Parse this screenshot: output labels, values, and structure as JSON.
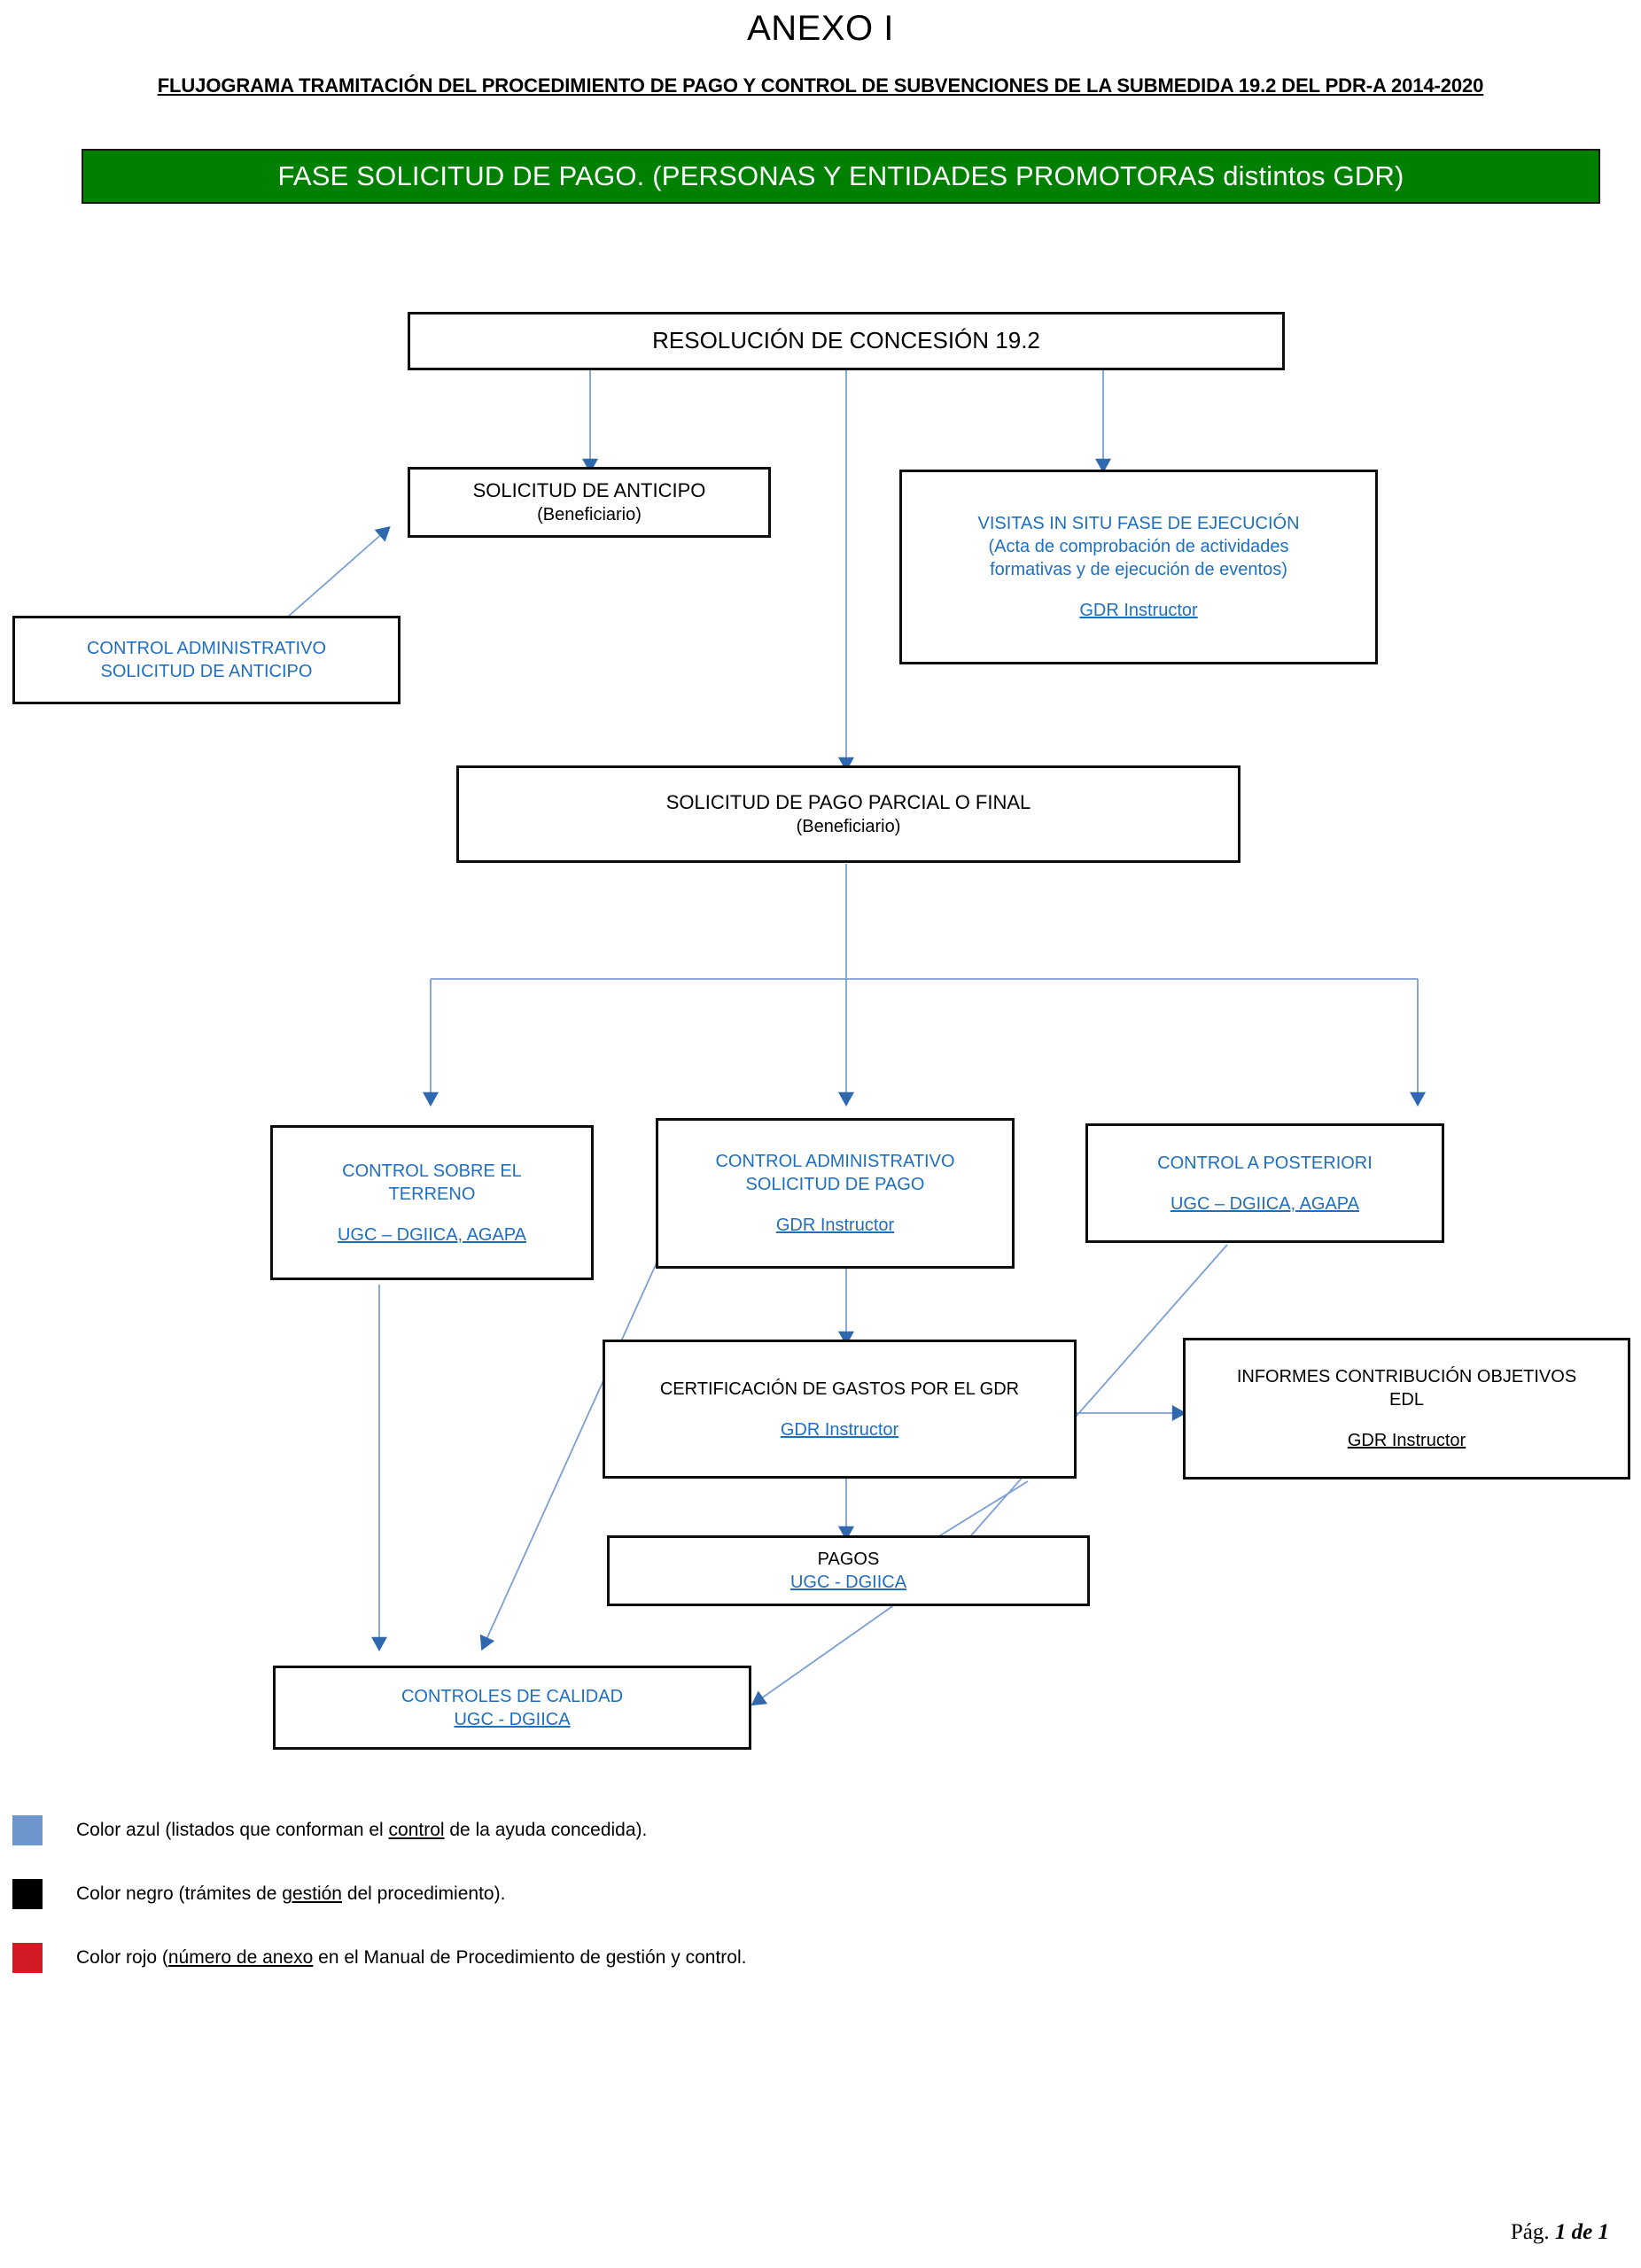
{
  "header": {
    "anexo_title": "ANEXO I",
    "subtitle": "FLUJOGRAMA TRAMITACIÓN DEL PROCEDIMIENTO DE PAGO Y CONTROL DE SUBVENCIONES DE LA SUBMEDIDA 19.2 DEL PDR-A 2014-2020",
    "phase_bar": "FASE SOLICITUD DE PAGO. (PERSONAS Y ENTIDADES PROMOTORAS distintos GDR)"
  },
  "colors": {
    "phase_bar_bg": "#008000",
    "phase_bar_text": "#ffffff",
    "control_blue": "#1f6fbf",
    "legend_blue_swatch": "#6d96cc",
    "legend_black_swatch": "#000000",
    "legend_red_swatch": "#d31b26",
    "connector_blue": "#7b9fd4",
    "arrowhead_blue": "#2e68ae",
    "box_border": "#0d0d0d"
  },
  "nodes": {
    "resolucion": {
      "title": "RESOLUCIÓN DE CONCESIÓN 19.2"
    },
    "solicitud_anticipo": {
      "title": "SOLICITUD DE ANTICIPO",
      "actor": "(Beneficiario)"
    },
    "visitas": {
      "title": "VISITAS IN SITU FASE DE EJECUCIÓN",
      "line2": "(Acta de comprobación de actividades",
      "line3": "formativas y de ejecución de eventos)",
      "actor": "GDR Instructor"
    },
    "control_admin_anticipo": {
      "line1": "CONTROL ADMINISTRATIVO",
      "line2": "SOLICITUD DE ANTICIPO"
    },
    "solicitud_pago": {
      "title": "SOLICITUD DE PAGO PARCIAL O FINAL",
      "actor": "(Beneficiario)"
    },
    "control_terreno": {
      "line1": "CONTROL SOBRE EL",
      "line2": "TERRENO",
      "actor": "UGC – DGIICA, AGAPA "
    },
    "control_admin_pago": {
      "line1": "CONTROL ADMINISTRATIVO",
      "line2": "SOLICITUD DE PAGO",
      "actor": "GDR Instructor"
    },
    "control_posteriori": {
      "title": "CONTROL A POSTERIORI",
      "actor": "UGC – DGIICA, AGAPA"
    },
    "certificacion": {
      "title": "CERTIFICACIÓN DE GASTOS POR EL GDR",
      "actor": "GDR Instructor"
    },
    "informes": {
      "line1": "INFORMES CONTRIBUCIÓN OBJETIVOS",
      "line2": "EDL",
      "actor": "GDR Instructor"
    },
    "pagos": {
      "title": "PAGOS",
      "actor": "UGC - DGIICA"
    },
    "controles_calidad": {
      "title": "CONTROLES DE CALIDAD",
      "actor": "UGC - DGIICA"
    }
  },
  "legend": {
    "items": [
      {
        "color": "#6d96cc",
        "pre": "Color azul (listados que conforman el ",
        "underlined": "control",
        "post": " de la ayuda concedida)."
      },
      {
        "color": "#000000",
        "pre": "Color negro (trámites de ",
        "underlined": "gestión",
        "post": " del procedimiento)."
      },
      {
        "color": "#d31b26",
        "pre": "Color rojo (",
        "underlined": "número de anexo",
        "post": " en el Manual de Procedimiento de gestión y control."
      }
    ]
  },
  "footer": {
    "prefix": "Pág. ",
    "page": "1 de 1"
  }
}
